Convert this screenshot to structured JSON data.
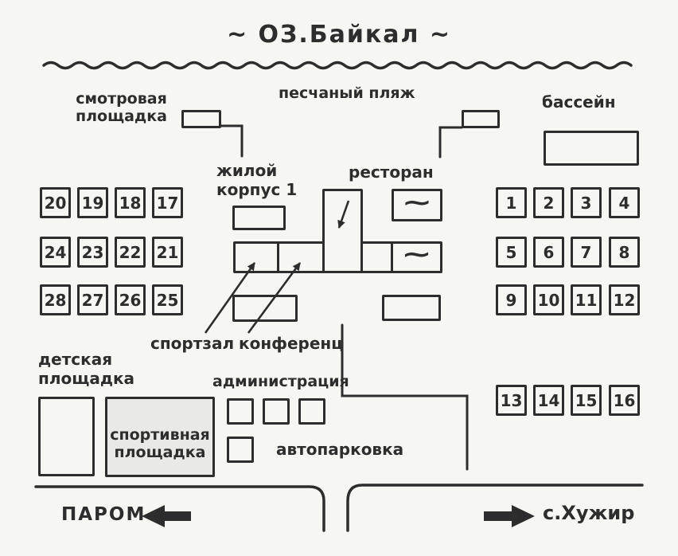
{
  "colors": {
    "ink": "#2d2d2d",
    "background": "#f6f6f3",
    "sports_ground_fill": "#e9e9e7"
  },
  "header": {
    "title": "~ ОЗ.Байкал ~",
    "beach": "песчаный пляж"
  },
  "labels": {
    "lookout_line1": "смотровая",
    "lookout_line2": "площадка",
    "pool": "бассейн",
    "residential_line1": "жилой",
    "residential_line2": "корпус 1",
    "restaurant": "ресторан",
    "gym": "спортзал",
    "conference": "конференц",
    "kids_line1": "детская",
    "kids_line2": "площадка",
    "sports_line1": "спортивная",
    "sports_line2": "площадка",
    "administration": "администрация",
    "parking": "автопарковка",
    "ferry": "ПАРОМ",
    "village": "с.Хужир",
    "wave_symbol": "~"
  },
  "cottages": {
    "left_grid": [
      [
        "20",
        "19",
        "18",
        "17"
      ],
      [
        "24",
        "23",
        "22",
        "21"
      ],
      [
        "28",
        "27",
        "26",
        "25"
      ]
    ],
    "right_grid": [
      [
        "1",
        "2",
        "3",
        "4"
      ],
      [
        "5",
        "6",
        "7",
        "8"
      ],
      [
        "9",
        "10",
        "11",
        "12"
      ]
    ],
    "bottom_row": [
      "13",
      "14",
      "15",
      "16"
    ]
  }
}
